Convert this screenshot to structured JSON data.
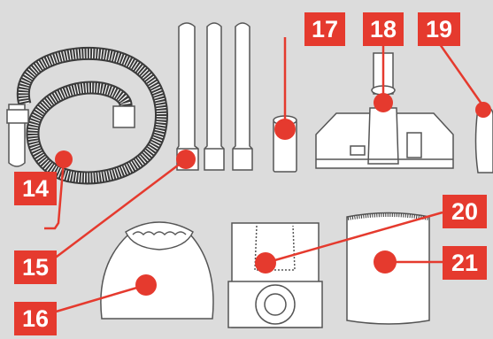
{
  "colors": {
    "background": "#dcdcdc",
    "accent": "#e53a2e",
    "part_fill": "#ffffff",
    "part_stroke": "#555555",
    "hose_dark": "#3a3a3a",
    "label_text": "#ffffff"
  },
  "labels": {
    "hose": "14",
    "extension_tubes": "15",
    "cloth_filter_bag": "16",
    "crevice_nozzle": "17",
    "floor_nozzle": "18",
    "side_crevice_tool": "19",
    "paper_dust_bag": "20",
    "filter_sleeve": "21"
  }
}
